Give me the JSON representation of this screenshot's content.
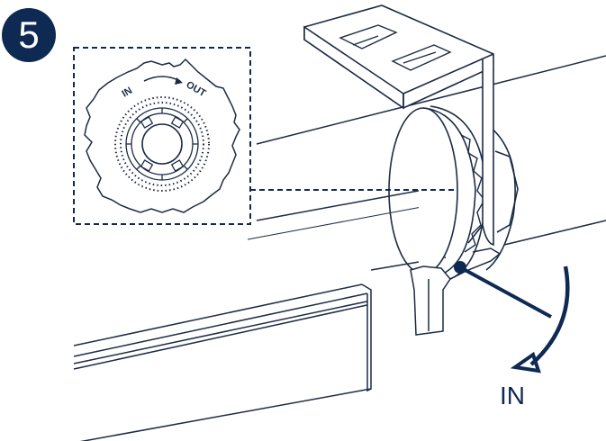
{
  "step_number": "5",
  "inset_labels": {
    "in": "IN",
    "out": "OUT"
  },
  "direction_label": "IN",
  "colors": {
    "navy": "#0f2a52",
    "line": "#1c2b45",
    "background": "#ffffff"
  }
}
